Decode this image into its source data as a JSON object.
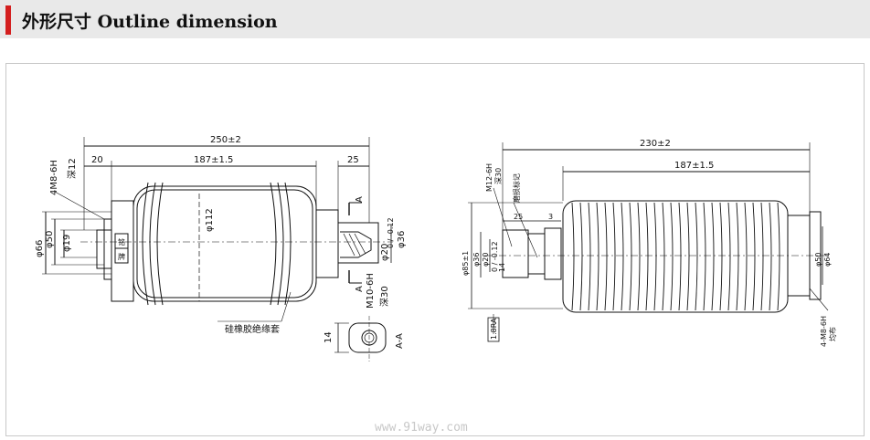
{
  "header": {
    "title": "外形尺寸 Outline dimension"
  },
  "left": {
    "dim_overall": "250±2",
    "dim_body": "187±1.5",
    "dim_left": "20",
    "dim_right": "25",
    "thread_left": "4M8-6H",
    "depth_left": "深12",
    "dia_66": "φ66",
    "dia_50": "φ50",
    "dia_19": "φ19",
    "dia_112": "φ112",
    "dia_20": "φ20",
    "dia_20_tol": "0 / -0.12",
    "dia_36": "φ36",
    "thread_right": "M10-6H",
    "depth_right": "深30",
    "section_mark": "A",
    "label_insulation": "硅橡胶绝缘套",
    "section_dim": "14",
    "section_label": "A-A",
    "label_cell_1": "铭",
    "label_cell_2": "牌"
  },
  "right": {
    "dim_overall": "230±2",
    "dim_body": "187±1.5",
    "thread": "M12-6H",
    "thread_depth": "深30",
    "wear_mark": "磨损标记",
    "dim_25": "25",
    "dim_3": "3",
    "dim_14": "14",
    "dia_85": "φ85±1",
    "dia_36": "φ36",
    "dia_20": "φ20",
    "dia_20_tol": "0 / -0.12",
    "dia_50": "φ50",
    "dia_64": "φ64",
    "thread_flange": "4-M8-6H",
    "thread_flange_note": "均布",
    "box_label": "1.8RA"
  },
  "watermark": "www.91way.com"
}
